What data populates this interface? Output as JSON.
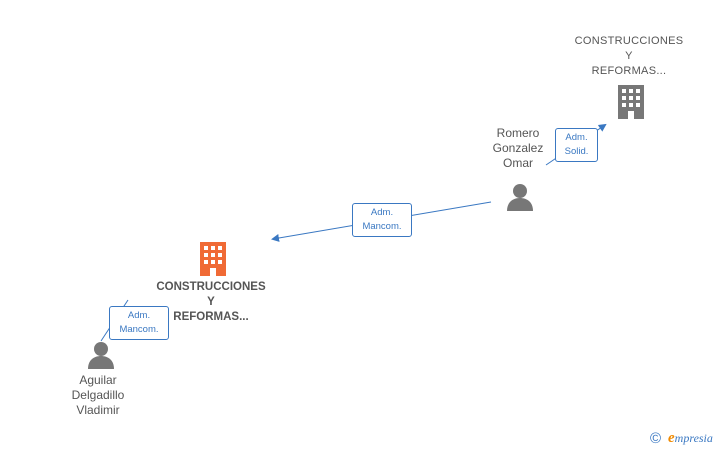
{
  "nodes": {
    "company_top": {
      "lines": [
        "CONSTRUCCIONES",
        "Y",
        "REFORMAS..."
      ],
      "icon": "building-icon",
      "color": "#777777"
    },
    "company_main": {
      "lines": [
        "CONSTRUCCIONES",
        "Y",
        "REFORMAS..."
      ],
      "icon": "building-icon",
      "color": "#f06a35"
    },
    "person_romero": {
      "lines": [
        "Romero",
        "Gonzalez",
        "Omar"
      ],
      "icon": "person-icon",
      "color": "#777777"
    },
    "person_aguilar": {
      "lines": [
        "Aguilar",
        "Delgadillo",
        "Vladimir"
      ],
      "icon": "person-icon",
      "color": "#777777"
    }
  },
  "edges": {
    "romero_to_top": {
      "lines": [
        "Adm.",
        "Solid."
      ]
    },
    "romero_to_main": {
      "lines": [
        "Adm.",
        "Mancom."
      ]
    },
    "aguilar_to_main": {
      "lines": [
        "Adm.",
        "Mancom."
      ]
    }
  },
  "footer": {
    "copyright": "©",
    "brand_initial": "e",
    "brand_rest": "mpresia"
  },
  "colors": {
    "edge": "#3a78c2",
    "text": "#555555"
  }
}
